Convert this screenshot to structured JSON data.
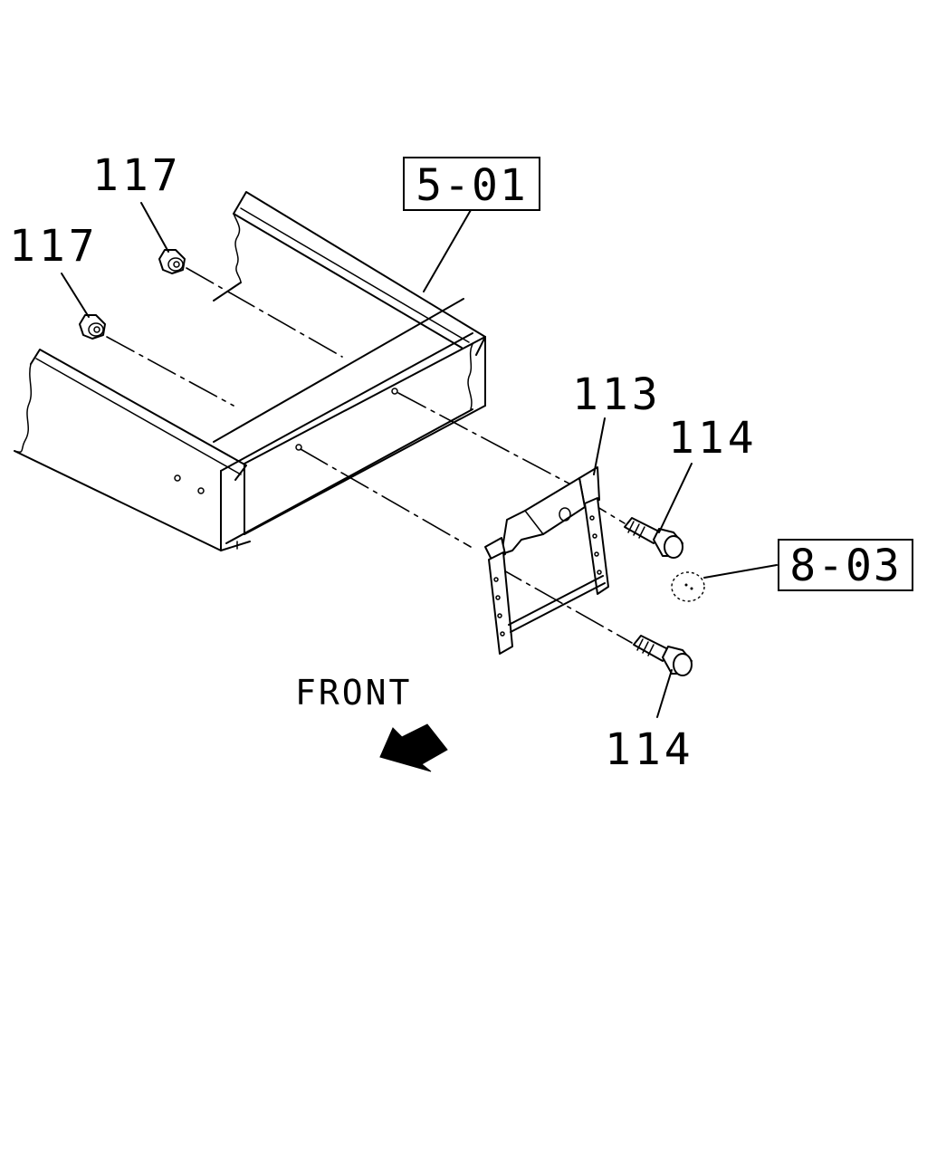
{
  "labels": {
    "nut_top": "117",
    "nut_left": "117",
    "bracket": "113",
    "bolt_upper": "114",
    "bolt_lower": "114",
    "front": "FRONT"
  },
  "refs": {
    "frame_ref": "5-01",
    "cap_ref": "8-03"
  },
  "icons": {
    "front_arrow": "front-arrow-icon"
  }
}
